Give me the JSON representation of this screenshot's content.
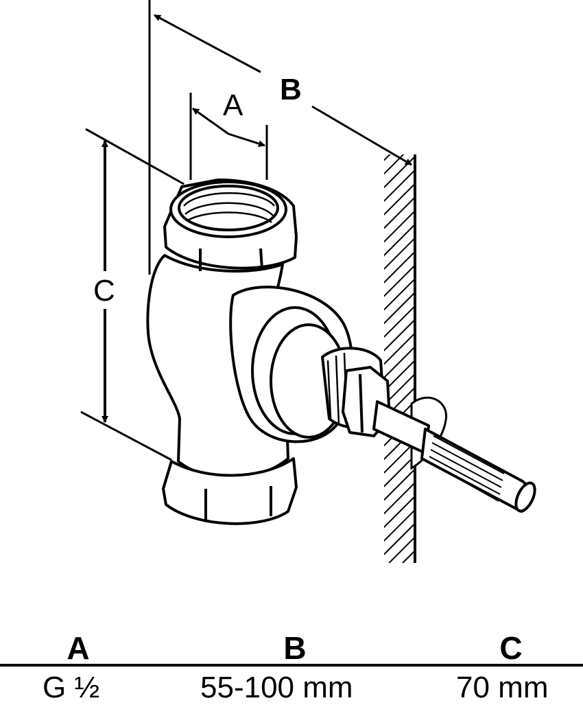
{
  "dimension_labels": {
    "a": "A",
    "b": "B",
    "c": "C"
  },
  "spec_table": {
    "headers": [
      "A",
      "B",
      "C"
    ],
    "values": [
      "G ½",
      "55-100 mm",
      "70 mm"
    ]
  }
}
